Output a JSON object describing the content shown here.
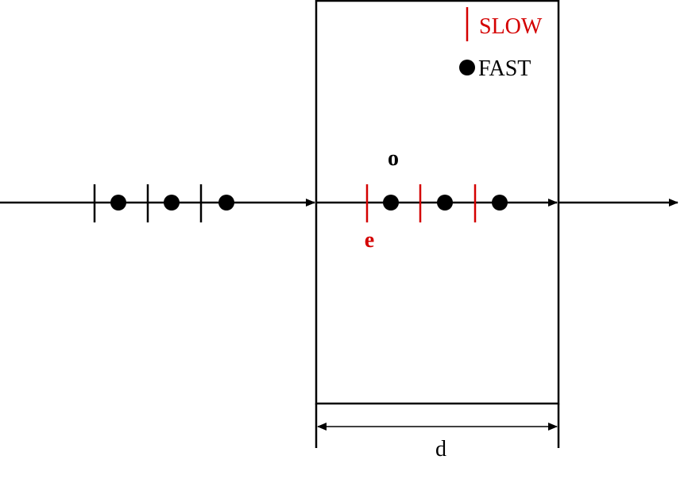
{
  "legend": {
    "slow_label": "SLOW",
    "fast_label": "FAST"
  },
  "labels": {
    "ordinary_ray": "o",
    "extraordinary_ray": "e",
    "thickness": "d"
  },
  "colors": {
    "slow": "#d40000",
    "fast": "#000000",
    "line": "#000000",
    "background": "#ffffff"
  }
}
